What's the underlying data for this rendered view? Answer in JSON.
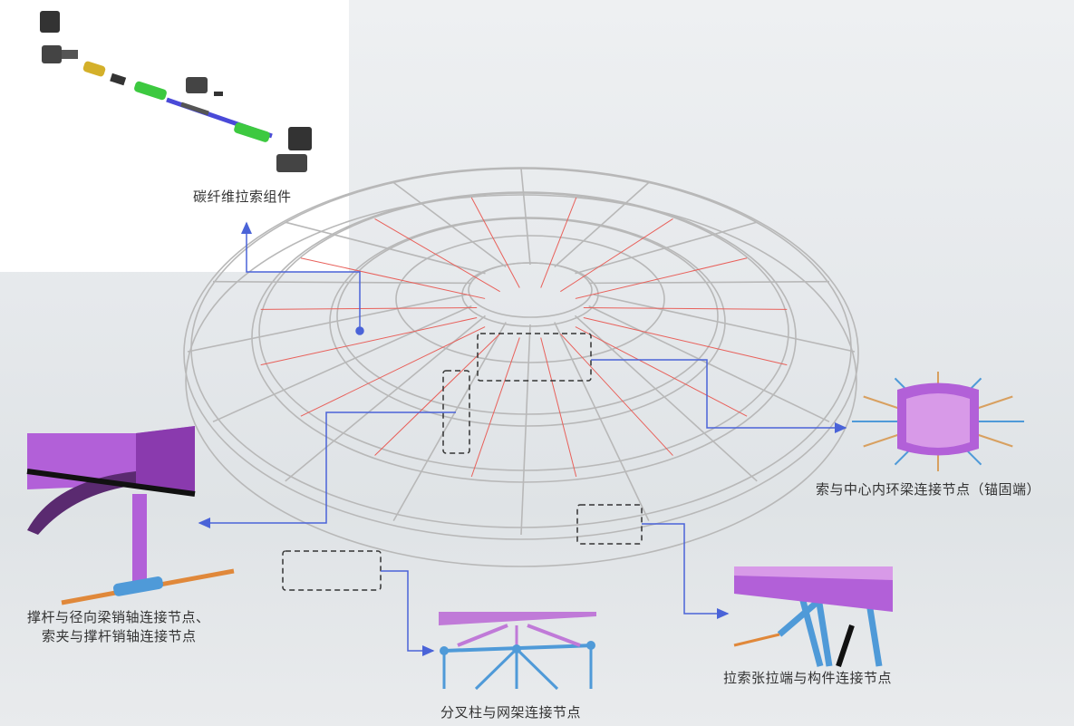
{
  "title": "Carbon fiber cable structure connection nodes",
  "labels": {
    "cable_assembly": "碳纤维拉索组件",
    "inner_ring_node": "索与中心内环梁连接节点（锚固端）",
    "strut_node_line1": "撑杆与径向梁销轴连接节点、",
    "strut_node_line2": "索夹与撑杆销轴连接节点",
    "fork_column_node": "分叉柱与网架连接节点",
    "tension_end_node": "拉索张拉端与构件连接节点"
  },
  "colors": {
    "arrow": "#4a63d8",
    "cable": "#e8605a",
    "member": "#c07ad8",
    "node": "#4f9ad8",
    "frame": "#b8b8b8"
  }
}
